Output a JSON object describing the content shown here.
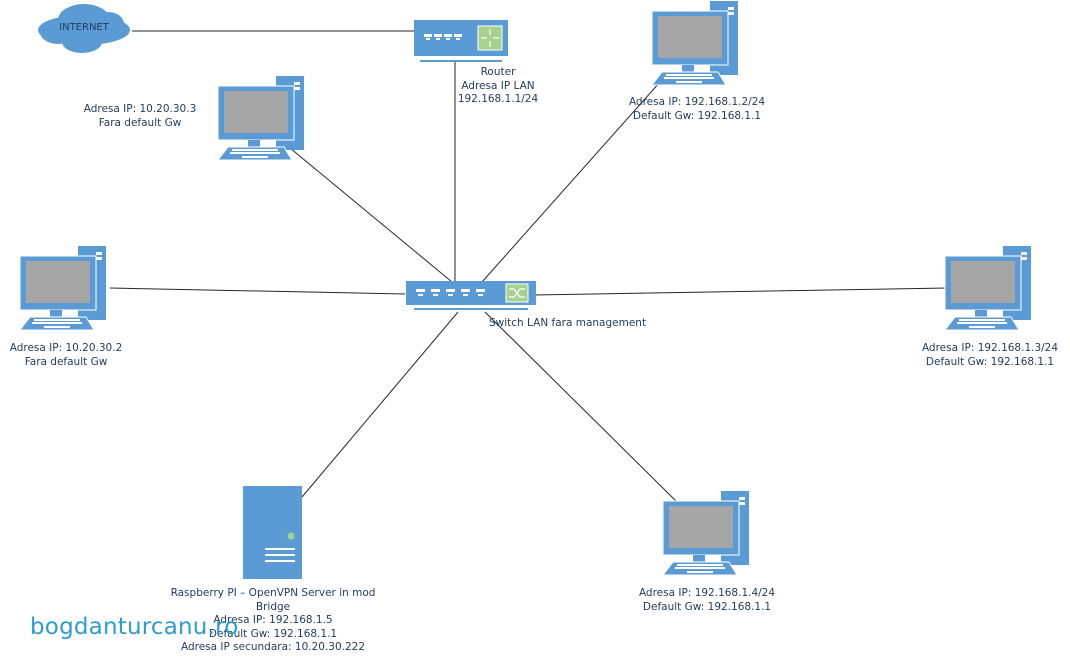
{
  "colors": {
    "device_blue": "#5b9bd5",
    "screen_gray": "#a5a5a5",
    "green_accent": "#a9d18e",
    "text": "#1f3b5c",
    "link": "#262626",
    "watermark": "#2f9bd1"
  },
  "internet": {
    "label": "INTERNET",
    "icon": "cloud-icon"
  },
  "router": {
    "icon": "router-icon",
    "lines": [
      "Router",
      "Adresa IP LAN",
      "192.168.1.1/24"
    ]
  },
  "switch": {
    "icon": "switch-icon",
    "label": "Switch LAN fara management"
  },
  "pc_top_left": {
    "icon": "desktop-computer-icon",
    "lines": [
      "Adresa IP: 10.20.30.3",
      "Fara default Gw"
    ]
  },
  "pc_top_right": {
    "icon": "desktop-computer-icon",
    "lines": [
      "Adresa IP: 192.168.1.2/24",
      "Default Gw: 192.168.1.1"
    ]
  },
  "pc_left": {
    "icon": "desktop-computer-icon",
    "lines": [
      "Adresa IP: 10.20.30.2",
      "Fara default Gw"
    ]
  },
  "pc_right": {
    "icon": "desktop-computer-icon",
    "lines": [
      "Adresa IP: 192.168.1.3/24",
      "Default Gw: 192.168.1.1"
    ]
  },
  "pc_bottom_right": {
    "icon": "desktop-computer-icon",
    "lines": [
      "Adresa IP: 192.168.1.4/24",
      "Default Gw: 192.168.1.1"
    ]
  },
  "server": {
    "icon": "server-icon",
    "lines": [
      "Raspberry PI – OpenVPN Server in mod",
      "Bridge",
      "Adresa IP: 192.168.1.5",
      "Default Gw: 192.168.1.1",
      "Adresa IP secundara: 10.20.30.222"
    ]
  },
  "watermark": "bogdanturcanu.ro"
}
